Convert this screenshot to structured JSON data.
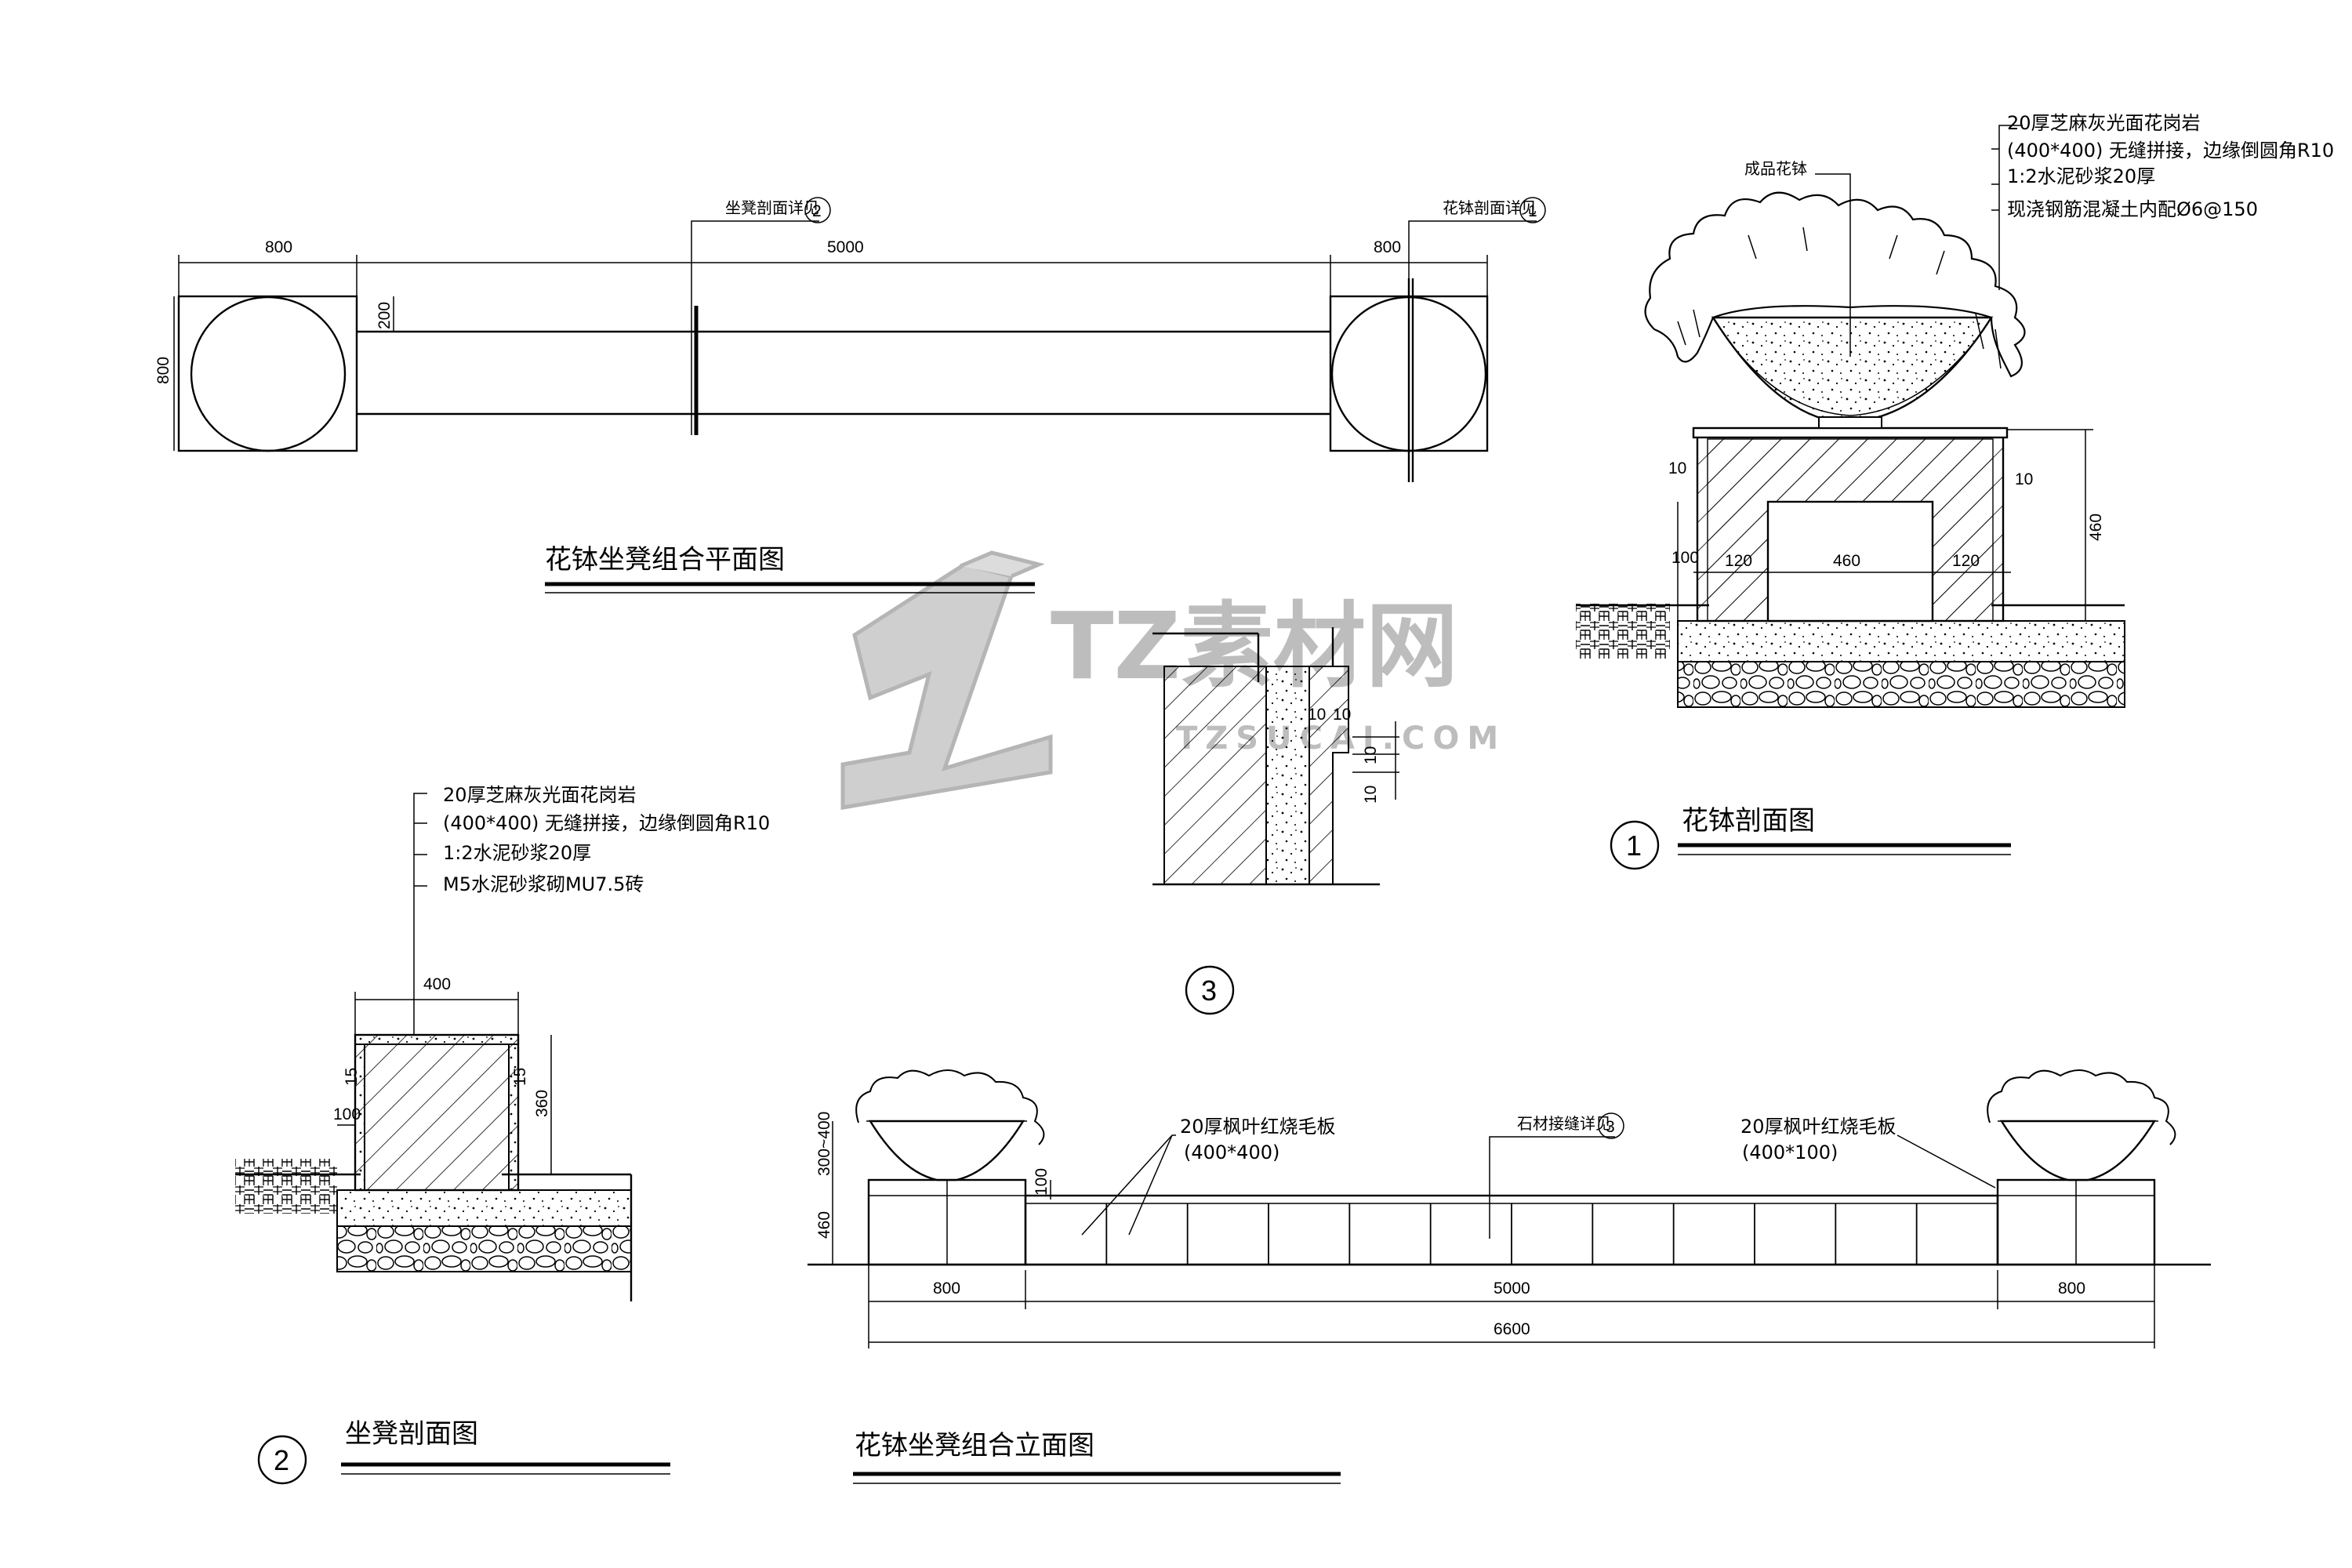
{
  "plan": {
    "title": "花钵坐凳组合平面图",
    "dim_left": "800",
    "dim_center": "5000",
    "dim_right": "800",
    "dim_height": "800",
    "dim_bench": "200",
    "callout_bench_text": "坐凳剖面详见",
    "callout_bench_num": "2",
    "callout_pot_text": "花钵剖面详见",
    "callout_pot_num": "1"
  },
  "pot_section": {
    "title": "花钵剖面图",
    "num": "1",
    "label_product": "成品花钵",
    "note_1": "20厚芝麻灰光面花岗岩",
    "note_2": "(400*400) 无缝拼接，边缘倒圆角R10",
    "note_3": "1:2水泥砂浆20厚",
    "note_4": "现浇钢筋混凝土内配Ø6@150",
    "dim_460h": "460",
    "dim_10_left": "10",
    "dim_10_right": "10",
    "dim_100": "100",
    "dim_120_left": "120",
    "dim_460w": "460",
    "dim_120_right": "120"
  },
  "detail3": {
    "num": "3",
    "dim_a": "10",
    "dim_b": "10",
    "dim_c": "10",
    "dim_d": "10"
  },
  "bench_section": {
    "title": "坐凳剖面图",
    "num": "2",
    "note_1": "20厚芝麻灰光面花岗岩",
    "note_2": "(400*400) 无缝拼接，边缘倒圆角R10",
    "note_3": "1:2水泥砂浆20厚",
    "note_4": "M5水泥砂浆砌MU7.5砖",
    "dim_400": "400",
    "dim_15_left": "15",
    "dim_15_right": "15",
    "dim_100": "100",
    "dim_360": "360"
  },
  "elevation": {
    "title": "花钵坐凳组合立面图",
    "note_left_1": "20厚枫叶红烧毛板",
    "note_left_2": "(400*400)",
    "note_center": "石材接缝详见",
    "note_center_num": "3",
    "note_right_1": "20厚枫叶红烧毛板",
    "note_right_2": "(400*100)",
    "dim_left": "800",
    "dim_center": "5000",
    "dim_right": "800",
    "dim_total": "6600",
    "dim_pot_h": "300~400",
    "dim_460": "460",
    "dim_100": "100"
  },
  "watermark": {
    "brand": "TZ素材网",
    "site": "TZSUCAI.COM"
  }
}
